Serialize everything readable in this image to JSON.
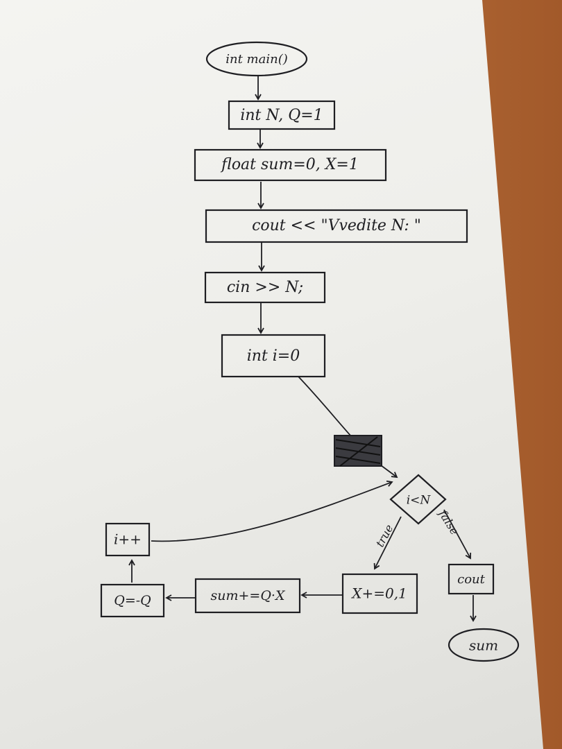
{
  "nodes": {
    "start": "int main()",
    "decl_int": "int N, Q=1",
    "decl_float": "float sum=0, X=1",
    "prompt": "cout << \"Vvedite N: \"",
    "input": "cin >> N;",
    "init_i": "int i=0",
    "condition": "i<N",
    "x_inc": "X+=0,1",
    "sum_update": "sum+=Q·X",
    "q_flip": "Q=-Q",
    "i_inc": "i++",
    "output": "cout",
    "end": "sum"
  },
  "edges": {
    "true_label": "true",
    "false_label": "false"
  }
}
